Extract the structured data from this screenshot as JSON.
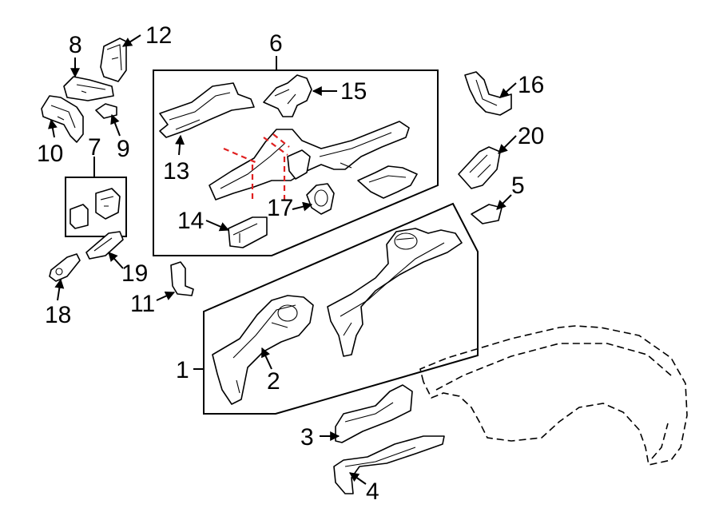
{
  "diagram": {
    "callouts": [
      {
        "id": "c1",
        "text": "1"
      },
      {
        "id": "c2",
        "text": "2"
      },
      {
        "id": "c3",
        "text": "3"
      },
      {
        "id": "c4",
        "text": "4"
      },
      {
        "id": "c5",
        "text": "5"
      },
      {
        "id": "c6",
        "text": "6"
      },
      {
        "id": "c7",
        "text": "7"
      },
      {
        "id": "c8",
        "text": "8"
      },
      {
        "id": "c9",
        "text": "9"
      },
      {
        "id": "c10",
        "text": "10"
      },
      {
        "id": "c11",
        "text": "11"
      },
      {
        "id": "c12",
        "text": "12"
      },
      {
        "id": "c13",
        "text": "13"
      },
      {
        "id": "c14",
        "text": "14"
      },
      {
        "id": "c15",
        "text": "15"
      },
      {
        "id": "c16",
        "text": "16"
      },
      {
        "id": "c17",
        "text": "17"
      },
      {
        "id": "c18",
        "text": "18"
      },
      {
        "id": "c19",
        "text": "19"
      },
      {
        "id": "c20",
        "text": "20"
      }
    ],
    "colors": {
      "line": "#000000",
      "cut_line": "#e02020",
      "background": "#ffffff"
    }
  }
}
